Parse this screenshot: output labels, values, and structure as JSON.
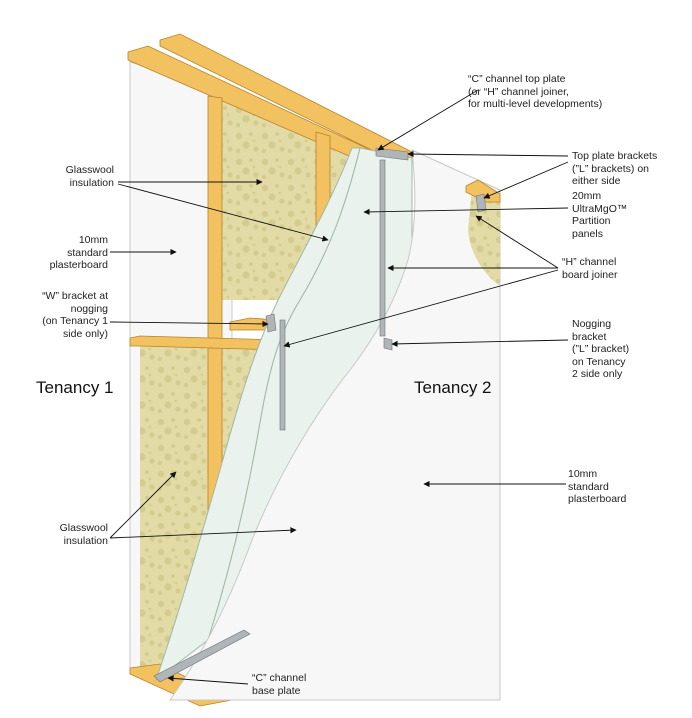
{
  "colors": {
    "timber": "#f2c261",
    "timber_dark": "#d9a23e",
    "timber_edge": "#b98226",
    "insulation": "#e2dba6",
    "insulation_dark": "#c8bd7a",
    "plasterboard": "#f7f7f7",
    "plasterboard_edge": "#c8c8c8",
    "mgo_panel": "#e9f2ec",
    "steel": "#b0b5b8",
    "leader": "#111111"
  },
  "labels": {
    "c_channel_top": "“C” channel top plate\n(or “H” channel joiner,\nfor multi-level developments)",
    "top_plate_brackets": "Top plate brackets\n(”L” brackets) on\neither side",
    "mgo_panels": "20mm\nUltraMgO™\nPartition\npanels",
    "h_channel": "“H” channel\nboard joiner",
    "nogging_bracket": "Nogging\nbracket\n(”L” bracket)\non Tenancy\n2 side only",
    "plasterboard_right": "10mm\nstandard\nplasterboard",
    "c_channel_base": "“C” channel\nbase plate",
    "glasswool_top": "Glasswool\ninsulation",
    "plasterboard_left": "10mm\nstandard\nplasterboard",
    "w_bracket": "“W” bracket at\nnogging\n(on Tenancy 1\nside only)",
    "glasswool_bottom": "Glasswool\ninsulation",
    "tenancy_1": "Tenancy 1",
    "tenancy_2": "Tenancy 2"
  },
  "icons": [
    "leader-arrow"
  ]
}
